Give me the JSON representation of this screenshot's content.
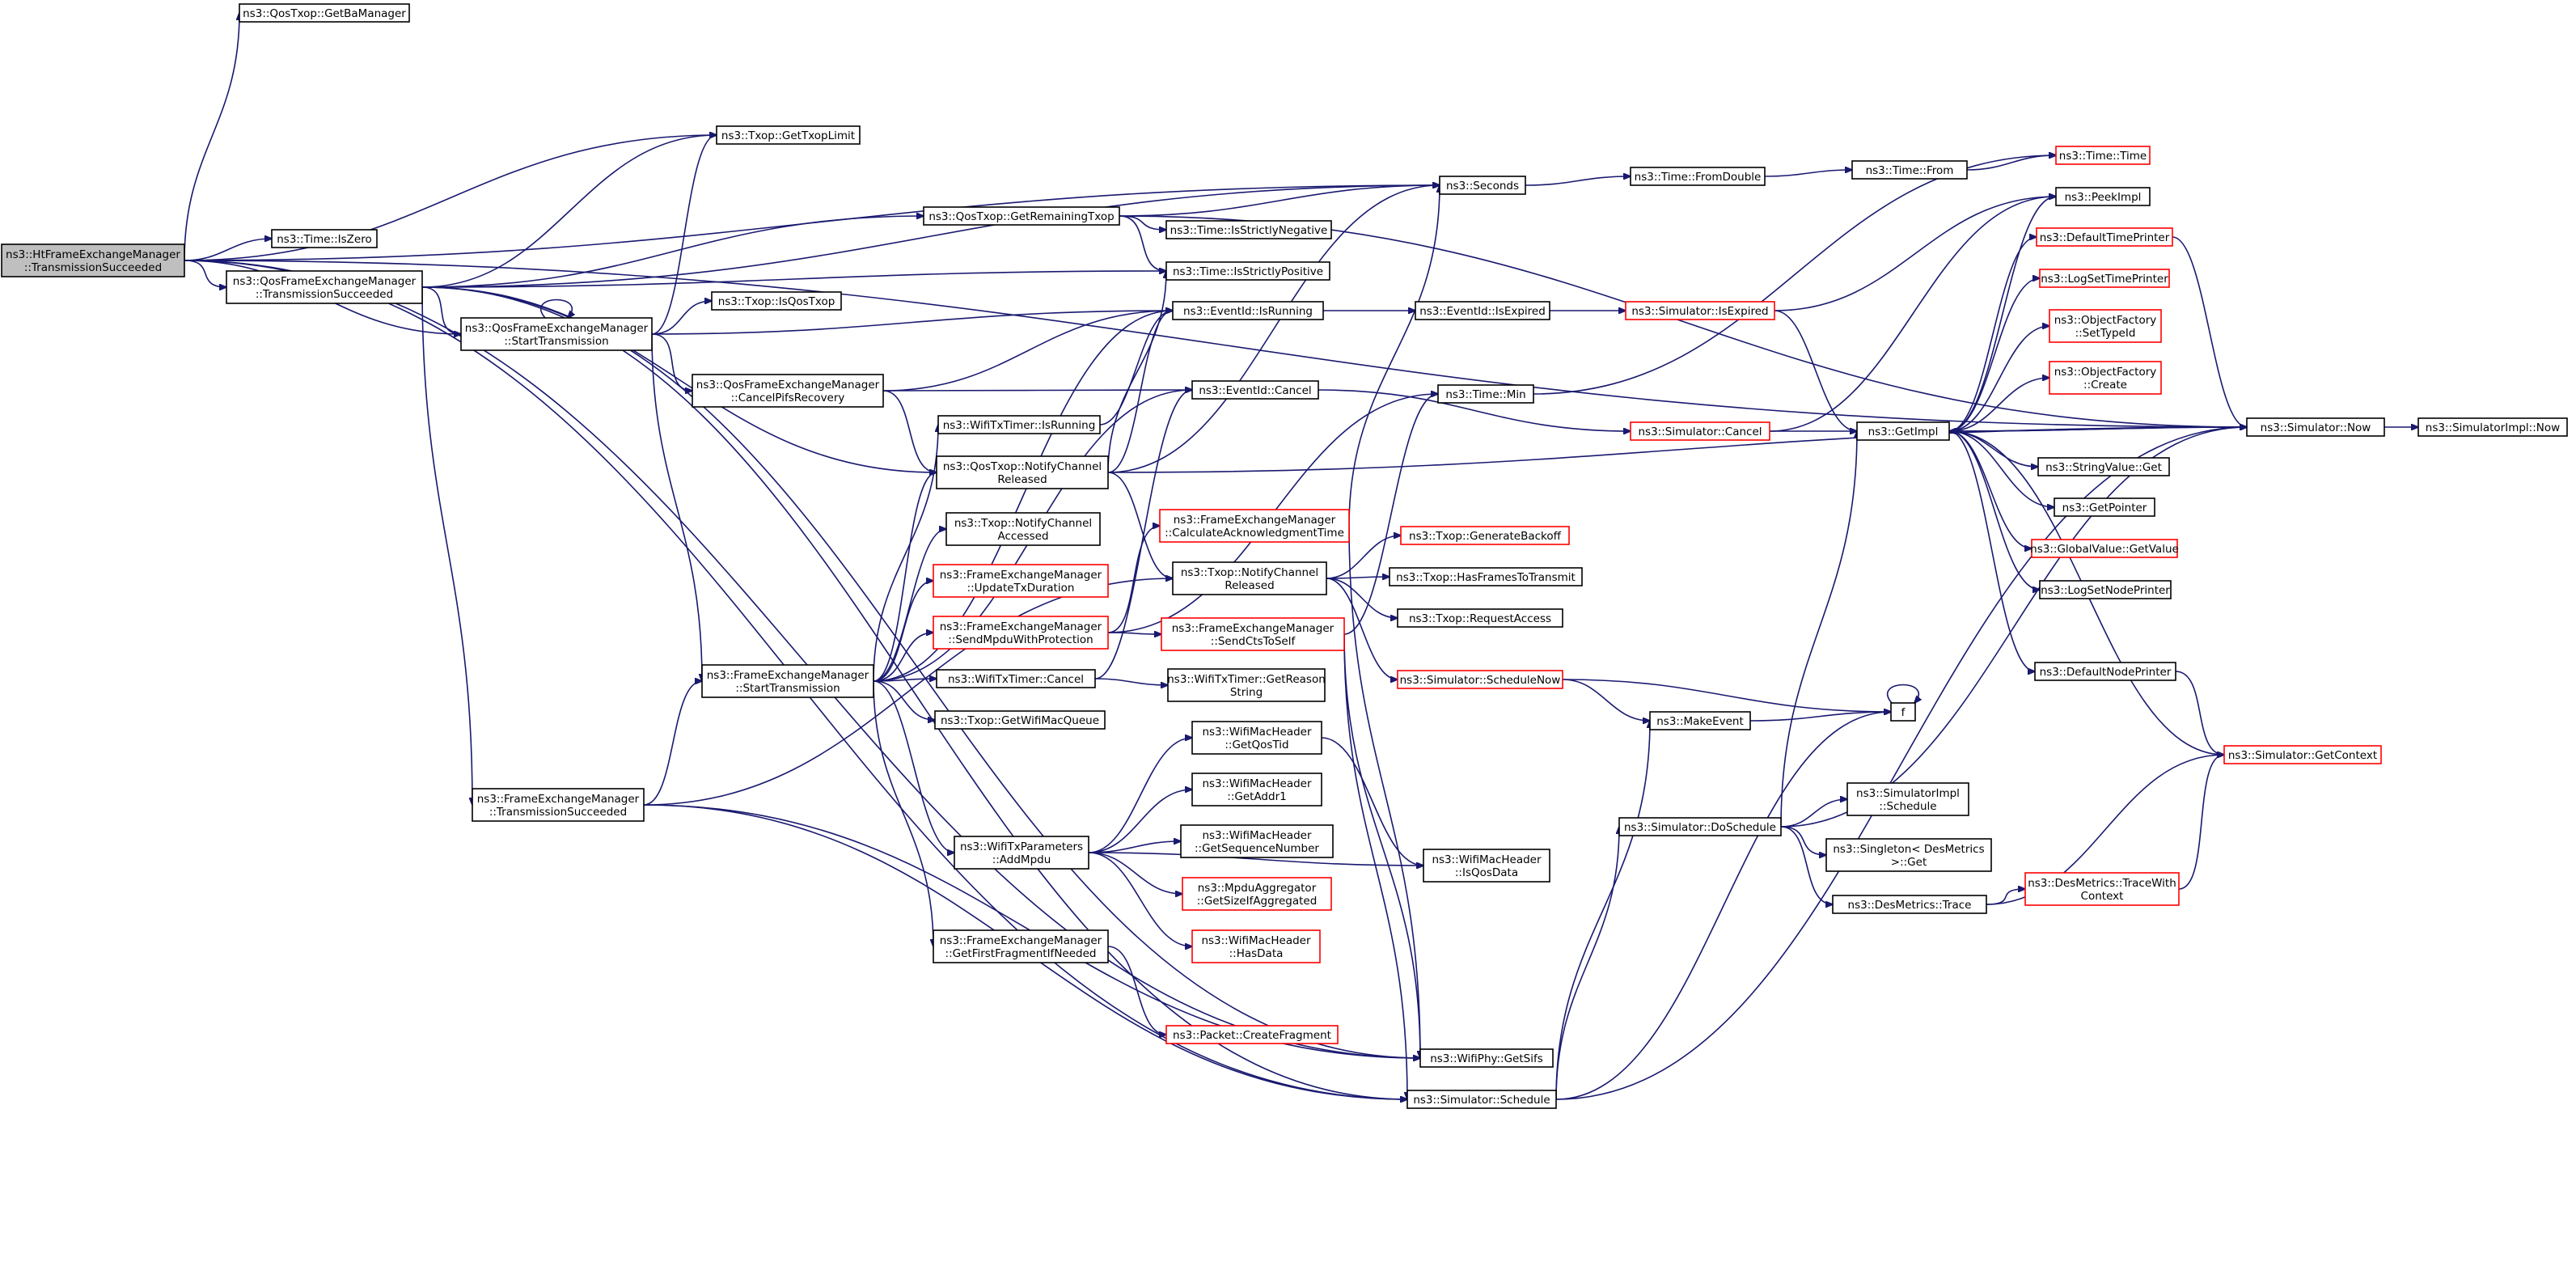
{
  "nodes": [
    {
      "id": "root",
      "lines": [
        "ns3::HtFrameExchangeManager",
        "::TransmissionSucceeded"
      ],
      "red": false,
      "root": true
    },
    {
      "id": "getBaManager",
      "lines": [
        "ns3::QosTxop::GetBaManager"
      ],
      "red": false
    },
    {
      "id": "getTxopLimit",
      "lines": [
        "ns3::Txop::GetTxopLimit"
      ],
      "red": false
    },
    {
      "id": "timeIsZero",
      "lines": [
        "ns3::Time::IsZero"
      ],
      "red": false
    },
    {
      "id": "qosTransSucc",
      "lines": [
        "ns3::QosFrameExchangeManager",
        "::TransmissionSucceeded"
      ],
      "red": false
    },
    {
      "id": "qosStartTrans",
      "lines": [
        "ns3::QosFrameExchangeManager",
        "::StartTransmission"
      ],
      "red": false
    },
    {
      "id": "feTransSucc",
      "lines": [
        "ns3::FrameExchangeManager",
        "::TransmissionSucceeded"
      ],
      "red": false
    },
    {
      "id": "getRemainingTxop",
      "lines": [
        "ns3::QosTxop::GetRemainingTxop"
      ],
      "red": false
    },
    {
      "id": "isQosTxop",
      "lines": [
        "ns3::Txop::IsQosTxop"
      ],
      "red": false
    },
    {
      "id": "cancelPifs",
      "lines": [
        "ns3::QosFrameExchangeManager",
        "::CancelPifsRecovery"
      ],
      "red": false
    },
    {
      "id": "feStartTrans",
      "lines": [
        "ns3::FrameExchangeManager",
        "::StartTransmission"
      ],
      "red": false
    },
    {
      "id": "timerIsRunning",
      "lines": [
        "ns3::WifiTxTimer::IsRunning"
      ],
      "red": false
    },
    {
      "id": "qosNotifyReleased",
      "lines": [
        "ns3::QosTxop::NotifyChannel",
        "Released"
      ],
      "red": false
    },
    {
      "id": "notifyAccessed",
      "lines": [
        "ns3::Txop::NotifyChannel",
        "Accessed"
      ],
      "red": false
    },
    {
      "id": "updateTxDuration",
      "lines": [
        "ns3::FrameExchangeManager",
        "::UpdateTxDuration"
      ],
      "red": true
    },
    {
      "id": "sendMpduProt",
      "lines": [
        "ns3::FrameExchangeManager",
        "::SendMpduWithProtection"
      ],
      "red": true
    },
    {
      "id": "timerCancel",
      "lines": [
        "ns3::WifiTxTimer::Cancel"
      ],
      "red": false
    },
    {
      "id": "getWifiMacQueue",
      "lines": [
        "ns3::Txop::GetWifiMacQueue"
      ],
      "red": false
    },
    {
      "id": "addMpdu",
      "lines": [
        "ns3::WifiTxParameters",
        "::AddMpdu"
      ],
      "red": false
    },
    {
      "id": "getFirstFragment",
      "lines": [
        "ns3::FrameExchangeManager",
        "::GetFirstFragmentIfNeeded"
      ],
      "red": false
    },
    {
      "id": "timeIsStrictlyNegative",
      "lines": [
        "ns3::Time::IsStrictlyNegative"
      ],
      "red": false
    },
    {
      "id": "timeIsStrictlyPositive",
      "lines": [
        "ns3::Time::IsStrictlyPositive"
      ],
      "red": false
    },
    {
      "id": "eventIsRunning",
      "lines": [
        "ns3::EventId::IsRunning"
      ],
      "red": false
    },
    {
      "id": "eventCancel",
      "lines": [
        "ns3::EventId::Cancel"
      ],
      "red": false
    },
    {
      "id": "calcAckTime",
      "lines": [
        "ns3::FrameExchangeManager",
        "::CalculateAcknowledgmentTime"
      ],
      "red": true
    },
    {
      "id": "txopNotifyReleased",
      "lines": [
        "ns3::Txop::NotifyChannel",
        "Released"
      ],
      "red": false
    },
    {
      "id": "sendCtsToSelf",
      "lines": [
        "ns3::FrameExchangeManager",
        "::SendCtsToSelf"
      ],
      "red": true
    },
    {
      "id": "getReasonString",
      "lines": [
        "ns3::WifiTxTimer::GetReason",
        "String"
      ],
      "red": false
    },
    {
      "id": "getQosTid",
      "lines": [
        "ns3::WifiMacHeader",
        "::GetQosTid"
      ],
      "red": false
    },
    {
      "id": "getAddr1",
      "lines": [
        "ns3::WifiMacHeader",
        "::GetAddr1"
      ],
      "red": false
    },
    {
      "id": "getSeqNum",
      "lines": [
        "ns3::WifiMacHeader",
        "::GetSequenceNumber"
      ],
      "red": false
    },
    {
      "id": "getSizeIfAgg",
      "lines": [
        "ns3::MpduAggregator",
        "::GetSizeIfAggregated"
      ],
      "red": true
    },
    {
      "id": "hasData",
      "lines": [
        "ns3::WifiMacHeader",
        "::HasData"
      ],
      "red": true
    },
    {
      "id": "createFragment",
      "lines": [
        "ns3::Packet::CreateFragment"
      ],
      "red": true
    },
    {
      "id": "seconds",
      "lines": [
        "ns3::Seconds"
      ],
      "red": false
    },
    {
      "id": "timeMin",
      "lines": [
        "ns3::Time::Min"
      ],
      "red": false
    },
    {
      "id": "generateBackoff",
      "lines": [
        "ns3::Txop::GenerateBackoff"
      ],
      "red": true
    },
    {
      "id": "hasFramesToTransmit",
      "lines": [
        "ns3::Txop::HasFramesToTransmit"
      ],
      "red": false
    },
    {
      "id": "requestAccess",
      "lines": [
        "ns3::Txop::RequestAccess"
      ],
      "red": false
    },
    {
      "id": "scheduleNow",
      "lines": [
        "ns3::Simulator::ScheduleNow"
      ],
      "red": true
    },
    {
      "id": "isQosData",
      "lines": [
        "ns3::WifiMacHeader",
        "::IsQosData"
      ],
      "red": false
    },
    {
      "id": "getSifs",
      "lines": [
        "ns3::WifiPhy::GetSifs"
      ],
      "red": false
    },
    {
      "id": "simSchedule",
      "lines": [
        "ns3::Simulator::Schedule"
      ],
      "red": false
    },
    {
      "id": "eventIsExpired",
      "lines": [
        "ns3::EventId::IsExpired"
      ],
      "red": false
    },
    {
      "id": "simIsExpired",
      "lines": [
        "ns3::Simulator::IsExpired"
      ],
      "red": true
    },
    {
      "id": "simCancel",
      "lines": [
        "ns3::Simulator::Cancel"
      ],
      "red": true
    },
    {
      "id": "fromDouble",
      "lines": [
        "ns3::Time::FromDouble"
      ],
      "red": false
    },
    {
      "id": "makeEvent",
      "lines": [
        "ns3::MakeEvent"
      ],
      "red": false
    },
    {
      "id": "doSchedule",
      "lines": [
        "ns3::Simulator::DoSchedule"
      ],
      "red": false
    },
    {
      "id": "timeFrom",
      "lines": [
        "ns3::Time::From"
      ],
      "red": false
    },
    {
      "id": "getImpl",
      "lines": [
        "ns3::GetImpl"
      ],
      "red": false
    },
    {
      "id": "f",
      "lines": [
        "f"
      ],
      "red": false
    },
    {
      "id": "simImplSchedule",
      "lines": [
        "ns3::SimulatorImpl",
        "::Schedule"
      ],
      "red": false
    },
    {
      "id": "singletonGet",
      "lines": [
        "ns3::Singleton< DesMetrics",
        " >::Get"
      ],
      "red": false
    },
    {
      "id": "desTrace",
      "lines": [
        "ns3::DesMetrics::Trace"
      ],
      "red": false
    },
    {
      "id": "timeTime",
      "lines": [
        "ns3::Time::Time"
      ],
      "red": true
    },
    {
      "id": "peekImpl",
      "lines": [
        "ns3::PeekImpl"
      ],
      "red": false
    },
    {
      "id": "defaultTimePrinter",
      "lines": [
        "ns3::DefaultTimePrinter"
      ],
      "red": true
    },
    {
      "id": "logSetTimePrinter",
      "lines": [
        "ns3::LogSetTimePrinter"
      ],
      "red": true
    },
    {
      "id": "setTypeId",
      "lines": [
        "ns3::ObjectFactory",
        "::SetTypeId"
      ],
      "red": true
    },
    {
      "id": "ofCreate",
      "lines": [
        "ns3::ObjectFactory",
        "::Create"
      ],
      "red": true
    },
    {
      "id": "stringValueGet",
      "lines": [
        "ns3::StringValue::Get"
      ],
      "red": false
    },
    {
      "id": "getPointer",
      "lines": [
        "ns3::GetPointer"
      ],
      "red": false
    },
    {
      "id": "globalGetValue",
      "lines": [
        "ns3::GlobalValue::GetValue"
      ],
      "red": true
    },
    {
      "id": "logSetNodePrinter",
      "lines": [
        "ns3::LogSetNodePrinter"
      ],
      "red": false
    },
    {
      "id": "defaultNodePrinter",
      "lines": [
        "ns3::DefaultNodePrinter"
      ],
      "red": false
    },
    {
      "id": "getContext",
      "lines": [
        "ns3::Simulator::GetContext"
      ],
      "red": true
    },
    {
      "id": "traceWithContext",
      "lines": [
        "ns3::DesMetrics::TraceWith",
        "Context"
      ],
      "red": true
    },
    {
      "id": "simNow",
      "lines": [
        "ns3::Simulator::Now"
      ],
      "red": false
    },
    {
      "id": "simImplNow",
      "lines": [
        "ns3::SimulatorImpl::Now"
      ],
      "red": false
    }
  ],
  "edges": [
    [
      "root",
      "getBaManager"
    ],
    [
      "root",
      "getTxopLimit"
    ],
    [
      "root",
      "timeIsZero"
    ],
    [
      "root",
      "qosTransSucc"
    ],
    [
      "root",
      "qosStartTrans"
    ],
    [
      "root",
      "seconds"
    ],
    [
      "root",
      "getSifs"
    ],
    [
      "root",
      "simSchedule"
    ],
    [
      "root",
      "simNow"
    ],
    [
      "qosTransSucc",
      "getTxopLimit"
    ],
    [
      "qosTransSucc",
      "getRemainingTxop"
    ],
    [
      "qosTransSucc",
      "seconds"
    ],
    [
      "qosTransSucc",
      "timeIsStrictlyPositive"
    ],
    [
      "qosTransSucc",
      "qosStartTrans"
    ],
    [
      "qosTransSucc",
      "qosNotifyReleased"
    ],
    [
      "qosTransSucc",
      "feTransSucc"
    ],
    [
      "qosTransSucc",
      "getSifs"
    ],
    [
      "qosTransSucc",
      "simSchedule"
    ],
    [
      "qosStartTrans",
      "getTxopLimit"
    ],
    [
      "qosStartTrans",
      "qosStartTrans"
    ],
    [
      "qosStartTrans",
      "isQosTxop"
    ],
    [
      "qosStartTrans",
      "eventIsRunning"
    ],
    [
      "qosStartTrans",
      "cancelPifs"
    ],
    [
      "qosStartTrans",
      "feStartTrans"
    ],
    [
      "getRemainingTxop",
      "seconds"
    ],
    [
      "getRemainingTxop",
      "simNow"
    ],
    [
      "getRemainingTxop",
      "timeIsStrictlyNegative"
    ],
    [
      "getRemainingTxop",
      "timeIsStrictlyPositive"
    ],
    [
      "cancelPifs",
      "eventIsRunning"
    ],
    [
      "cancelPifs",
      "eventCancel"
    ],
    [
      "cancelPifs",
      "qosNotifyReleased"
    ],
    [
      "feTransSucc",
      "feStartTrans"
    ],
    [
      "feTransSucc",
      "txopNotifyReleased"
    ],
    [
      "feTransSucc",
      "getSifs"
    ],
    [
      "feTransSucc",
      "simSchedule"
    ],
    [
      "feStartTrans",
      "timerIsRunning"
    ],
    [
      "feStartTrans",
      "qosNotifyReleased"
    ],
    [
      "feStartTrans",
      "notifyAccessed"
    ],
    [
      "feStartTrans",
      "updateTxDuration"
    ],
    [
      "feStartTrans",
      "sendMpduProt"
    ],
    [
      "feStartTrans",
      "timerCancel"
    ],
    [
      "feStartTrans",
      "getWifiMacQueue"
    ],
    [
      "feStartTrans",
      "addMpdu"
    ],
    [
      "feStartTrans",
      "getFirstFragment"
    ],
    [
      "feStartTrans",
      "eventCancel"
    ],
    [
      "feStartTrans",
      "eventIsRunning"
    ],
    [
      "timerIsRunning",
      "eventIsRunning"
    ],
    [
      "qosNotifyReleased",
      "seconds"
    ],
    [
      "qosNotifyReleased",
      "timeIsStrictlyPositive"
    ],
    [
      "qosNotifyReleased",
      "eventIsRunning"
    ],
    [
      "qosNotifyReleased",
      "txopNotifyReleased"
    ],
    [
      "qosNotifyReleased",
      "simNow"
    ],
    [
      "sendMpduProt",
      "calcAckTime"
    ],
    [
      "sendMpduProt",
      "sendCtsToSelf"
    ],
    [
      "sendMpduProt",
      "timeMin"
    ],
    [
      "timerCancel",
      "eventCancel"
    ],
    [
      "timerCancel",
      "getReasonString"
    ],
    [
      "addMpdu",
      "getQosTid"
    ],
    [
      "addMpdu",
      "getAddr1"
    ],
    [
      "addMpdu",
      "getSeqNum"
    ],
    [
      "addMpdu",
      "getSizeIfAgg"
    ],
    [
      "addMpdu",
      "hasData"
    ],
    [
      "addMpdu",
      "isQosData"
    ],
    [
      "getFirstFragment",
      "createFragment"
    ],
    [
      "eventIsRunning",
      "eventIsExpired"
    ],
    [
      "eventCancel",
      "simCancel"
    ],
    [
      "calcAckTime",
      "seconds"
    ],
    [
      "calcAckTime",
      "getSifs"
    ],
    [
      "txopNotifyReleased",
      "generateBackoff"
    ],
    [
      "txopNotifyReleased",
      "hasFramesToTransmit"
    ],
    [
      "txopNotifyReleased",
      "requestAccess"
    ],
    [
      "txopNotifyReleased",
      "scheduleNow"
    ],
    [
      "sendCtsToSelf",
      "getSifs"
    ],
    [
      "sendCtsToSelf",
      "simSchedule"
    ],
    [
      "sendCtsToSelf",
      "timeMin"
    ],
    [
      "getQosTid",
      "isQosData"
    ],
    [
      "seconds",
      "fromDouble"
    ],
    [
      "timeMin",
      "timeTime"
    ],
    [
      "scheduleNow",
      "makeEvent"
    ],
    [
      "scheduleNow",
      "f"
    ],
    [
      "simSchedule",
      "makeEvent"
    ],
    [
      "simSchedule",
      "doSchedule"
    ],
    [
      "simSchedule",
      "f"
    ],
    [
      "simSchedule",
      "simNow"
    ],
    [
      "eventIsExpired",
      "simIsExpired"
    ],
    [
      "simIsExpired",
      "getImpl"
    ],
    [
      "simIsExpired",
      "peekImpl"
    ],
    [
      "simCancel",
      "getImpl"
    ],
    [
      "simCancel",
      "peekImpl"
    ],
    [
      "fromDouble",
      "timeFrom"
    ],
    [
      "timeFrom",
      "timeTime"
    ],
    [
      "makeEvent",
      "f"
    ],
    [
      "f",
      "f"
    ],
    [
      "doSchedule",
      "getImpl"
    ],
    [
      "doSchedule",
      "simImplSchedule"
    ],
    [
      "doSchedule",
      "singletonGet"
    ],
    [
      "doSchedule",
      "desTrace"
    ],
    [
      "doSchedule",
      "simNow"
    ],
    [
      "desTrace",
      "getContext"
    ],
    [
      "desTrace",
      "traceWithContext"
    ],
    [
      "traceWithContext",
      "getContext"
    ],
    [
      "getImpl",
      "peekImpl"
    ],
    [
      "getImpl",
      "defaultTimePrinter"
    ],
    [
      "getImpl",
      "logSetTimePrinter"
    ],
    [
      "getImpl",
      "setTypeId"
    ],
    [
      "getImpl",
      "ofCreate"
    ],
    [
      "getImpl",
      "stringValueGet"
    ],
    [
      "getImpl",
      "getPointer"
    ],
    [
      "getImpl",
      "globalGetValue"
    ],
    [
      "getImpl",
      "logSetNodePrinter"
    ],
    [
      "getImpl",
      "defaultNodePrinter"
    ],
    [
      "getImpl",
      "simNow"
    ],
    [
      "defaultTimePrinter",
      "simNow"
    ],
    [
      "defaultNodePrinter",
      "getContext"
    ],
    [
      "getContext",
      "getImpl"
    ],
    [
      "simNow",
      "getImpl"
    ],
    [
      "simNow",
      "simImplNow"
    ]
  ]
}
